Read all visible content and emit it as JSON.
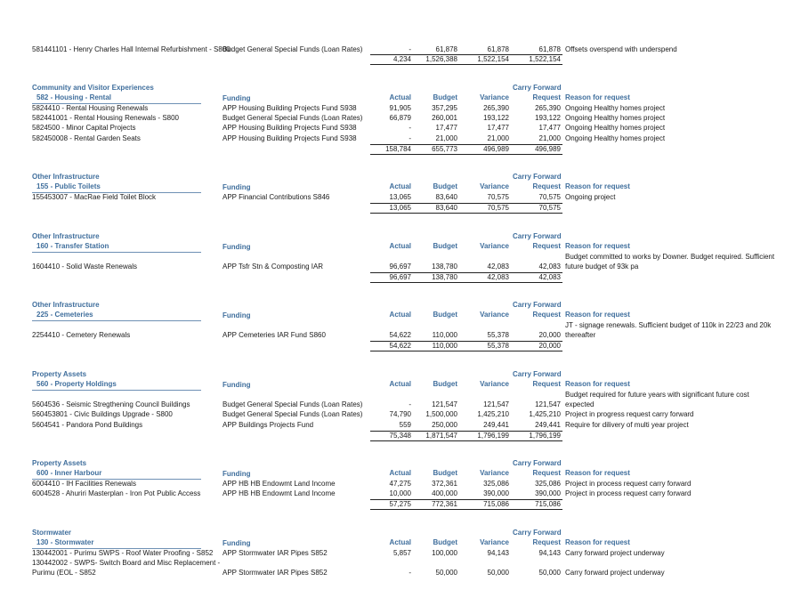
{
  "top": {
    "row": {
      "name": "581441101 - Henry Charles Hall Internal Refurbishment - S800",
      "funding": "Budget General Special Funds (Loan Rates)",
      "actual": "-",
      "budget": "61,878",
      "variance": "61,878",
      "cf": "61,878",
      "reason": "Offsets overspend with underspend"
    },
    "total": {
      "actual": "4,234",
      "budget": "1,526,388",
      "variance": "1,522,154",
      "cf": "1,522,154"
    }
  },
  "headers": {
    "funding": "Funding",
    "actual": "Actual",
    "budget": "Budget",
    "variance": "Variance",
    "carry": "Carry Forward",
    "request": "Request",
    "reason": "Reason for request"
  },
  "sections": [
    {
      "group": "Community and Visitor Experiences",
      "unit": "582 - Housing - Rental",
      "rows": [
        {
          "name": "5824410 - Rental Housing Renewals",
          "funding": "APP Housing Building Projects Fund S938",
          "actual": "91,905",
          "budget": "357,295",
          "variance": "265,390",
          "cf": "265,390",
          "reason": "Ongoing Healthy homes project"
        },
        {
          "name": "582441001 - Rental Housing Renewals - S800",
          "funding": "Budget General Special Funds (Loan Rates)",
          "actual": "66,879",
          "budget": "260,001",
          "variance": "193,122",
          "cf": "193,122",
          "reason": "Ongoing Healthy homes project"
        },
        {
          "name": "5824500 - Minor Capital Projects",
          "funding": "APP Housing Building Projects Fund S938",
          "actual": "-",
          "budget": "17,477",
          "variance": "17,477",
          "cf": "17,477",
          "reason": "Ongoing Healthy homes project"
        },
        {
          "name": "582450008 - Rental Garden Seats",
          "funding": "APP Housing Building Projects Fund S938",
          "actual": "-",
          "budget": "21,000",
          "variance": "21,000",
          "cf": "21,000",
          "reason": "Ongoing Healthy homes project"
        }
      ],
      "total": {
        "actual": "158,784",
        "budget": "655,773",
        "variance": "496,989",
        "cf": "496,989"
      }
    },
    {
      "group": "Other Infrastructure",
      "unit": "155 - Public Toilets",
      "rows": [
        {
          "name": "155453007 - MacRae Field Toilet Block",
          "funding": "APP Financial Contributions S846",
          "actual": "13,065",
          "budget": "83,640",
          "variance": "70,575",
          "cf": "70,575",
          "reason": "Ongoing project"
        }
      ],
      "total": {
        "actual": "13,065",
        "budget": "83,640",
        "variance": "70,575",
        "cf": "70,575"
      }
    },
    {
      "group": "Other Infrastructure",
      "unit": "160 - Transfer Station",
      "rows": [
        {
          "name": "1604410 - Solid Waste Renewals",
          "funding": "APP Tsfr Stn & Composting IAR",
          "actual": "96,697",
          "budget": "138,780",
          "variance": "42,083",
          "cf": "42,083",
          "reason_pre": "Budget committed to works by Downer. Budget required. Sufficient",
          "reason": "future budget of 93k pa"
        }
      ],
      "total": {
        "actual": "96,697",
        "budget": "138,780",
        "variance": "42,083",
        "cf": "42,083"
      }
    },
    {
      "group": "Other Infrastructure",
      "unit": "225 - Cemeteries",
      "rows": [
        {
          "name": "2254410 - Cemetery Renewals",
          "funding": "APP Cemeteries IAR Fund S860",
          "actual": "54,622",
          "budget": "110,000",
          "variance": "55,378",
          "cf": "20,000",
          "reason_pre": "JT - signage renewals. Sufficient budget of 110k in 22/23 and 20k",
          "reason": "thereafter"
        }
      ],
      "total": {
        "actual": "54,622",
        "budget": "110,000",
        "variance": "55,378",
        "cf": "20,000"
      }
    },
    {
      "group": "Property Assets",
      "unit": "560 - Property Holdings",
      "rows": [
        {
          "name": "5604536 - Seismic Stregthening Council Buildings",
          "funding": "Budget General Special Funds (Loan Rates)",
          "actual": "-",
          "budget": "121,547",
          "variance": "121,547",
          "cf": "121,547",
          "reason_pre": "Budget required for future years with significant future cost",
          "reason": "expected"
        },
        {
          "name": "560453801 - Civic Buildings Upgrade - S800",
          "funding": "Budget General Special Funds (Loan Rates)",
          "actual": "74,790",
          "budget": "1,500,000",
          "variance": "1,425,210",
          "cf": "1,425,210",
          "reason": "Project in progress request carry forward"
        },
        {
          "name": "5604541 - Pandora Pond Buildings",
          "funding": "APP Buildings Projects Fund",
          "actual": "559",
          "budget": "250,000",
          "variance": "249,441",
          "cf": "249,441",
          "reason": "Require for dilivery of multi year project"
        }
      ],
      "total": {
        "actual": "75,348",
        "budget": "1,871,547",
        "variance": "1,796,199",
        "cf": "1,796,199"
      }
    },
    {
      "group": "Property Assets",
      "unit": "600 - Inner Harbour",
      "rows": [
        {
          "name": "6004410 - IH Facilities Renewals",
          "funding": "APP HB HB Endowmt Land Income",
          "actual": "47,275",
          "budget": "372,361",
          "variance": "325,086",
          "cf": "325,086",
          "reason": "Project in process request carry forward"
        },
        {
          "name": "6004528 - Ahuriri Masterplan - Iron Pot Public Access",
          "funding": "APP HB HB Endowmt Land Income",
          "actual": "10,000",
          "budget": "400,000",
          "variance": "390,000",
          "cf": "390,000",
          "reason": "Project in process request carry forward"
        }
      ],
      "total": {
        "actual": "57,275",
        "budget": "772,361",
        "variance": "715,086",
        "cf": "715,086"
      }
    },
    {
      "group": "Stormwater",
      "unit": "130 - Stormwater",
      "rows": [
        {
          "name": "130442001 - Purimu SWPS - Roof Water Proofing - S852",
          "funding": "APP Stormwater IAR Pipes S852",
          "actual": "5,857",
          "budget": "100,000",
          "variance": "94,143",
          "cf": "94,143",
          "reason": "Carry forward project underway"
        },
        {
          "name_pre": "130442002 - SWPS- Switch Board and Misc Replacement -",
          "name": "Purimu (EOL - S852",
          "funding": "APP Stormwater IAR Pipes S852",
          "actual": "-",
          "budget": "50,000",
          "variance": "50,000",
          "cf": "50,000",
          "reason": "Carry forward project underway"
        }
      ]
    }
  ]
}
